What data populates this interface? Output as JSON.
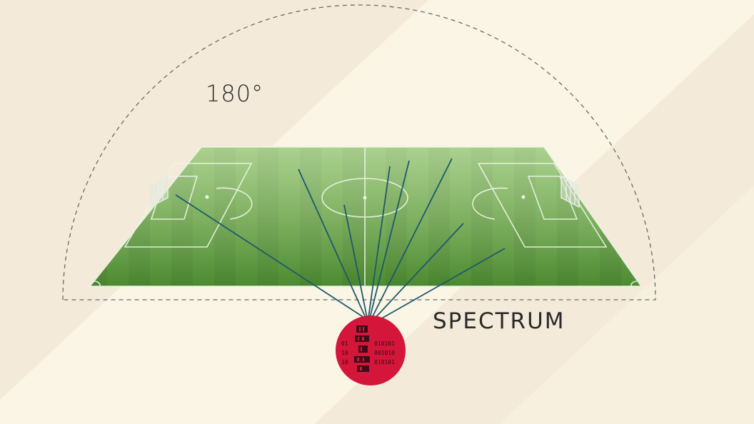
{
  "labels": {
    "angle": "180°",
    "spectrum": "SPECTRUM"
  },
  "sensor": {
    "binary_rows": [
      "010101",
      "001010",
      "010101"
    ],
    "color": "#d4163a"
  },
  "colors": {
    "background": "#f4ead9",
    "band": "#fbf5e6",
    "field_light": "#6fae45",
    "field_dark": "#3f7a2a",
    "ray": "#1d5a6b",
    "dashed": "#6a6a6a"
  }
}
